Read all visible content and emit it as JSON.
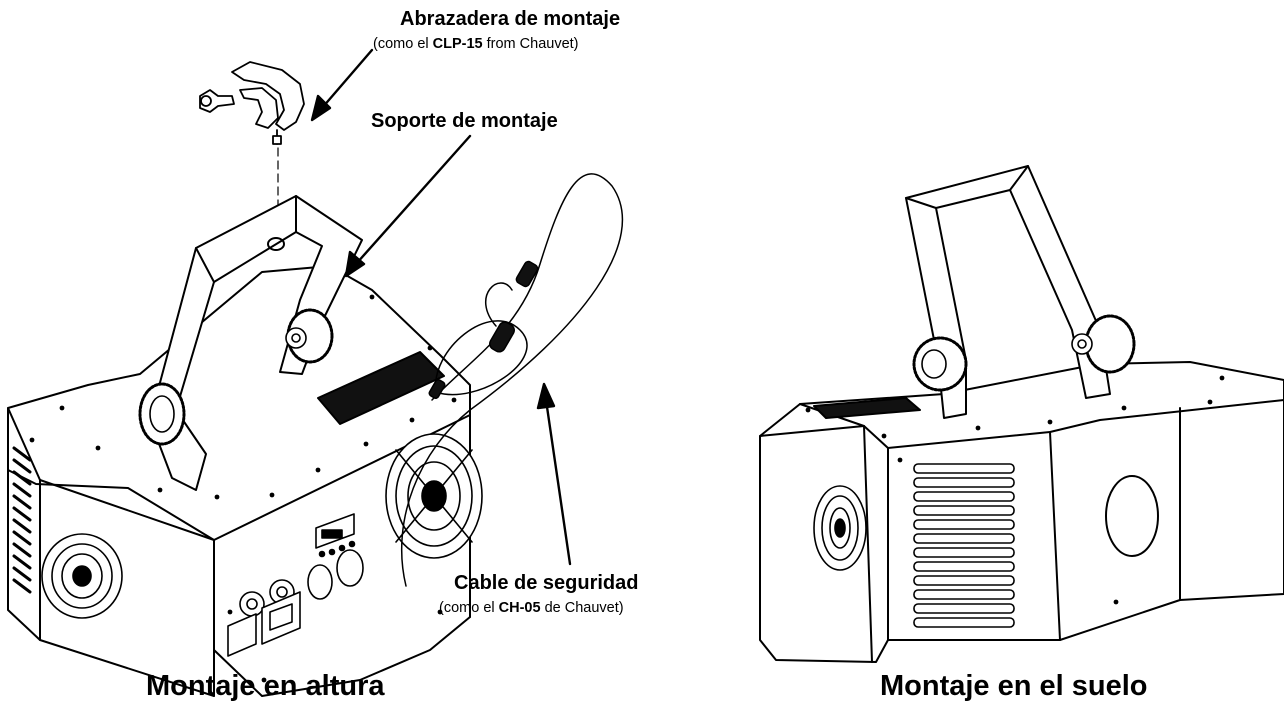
{
  "labels": {
    "clamp": {
      "title": "Abrazadera de montaje",
      "sub_pre": "(como el ",
      "sub_bold": "CLP-15",
      "sub_post": " from Chauvet)"
    },
    "bracket": {
      "title": "Soporte de montaje"
    },
    "cable": {
      "title": "Cable de seguridad",
      "sub_pre": "(como el ",
      "sub_bold": "CH-05",
      "sub_post": " de Chauvet)"
    }
  },
  "captions": {
    "left": "Montaje en altura",
    "right": "Montaje en el suelo"
  },
  "colors": {
    "line": "#000000",
    "fill": "#ffffff",
    "vent": "#111111"
  }
}
